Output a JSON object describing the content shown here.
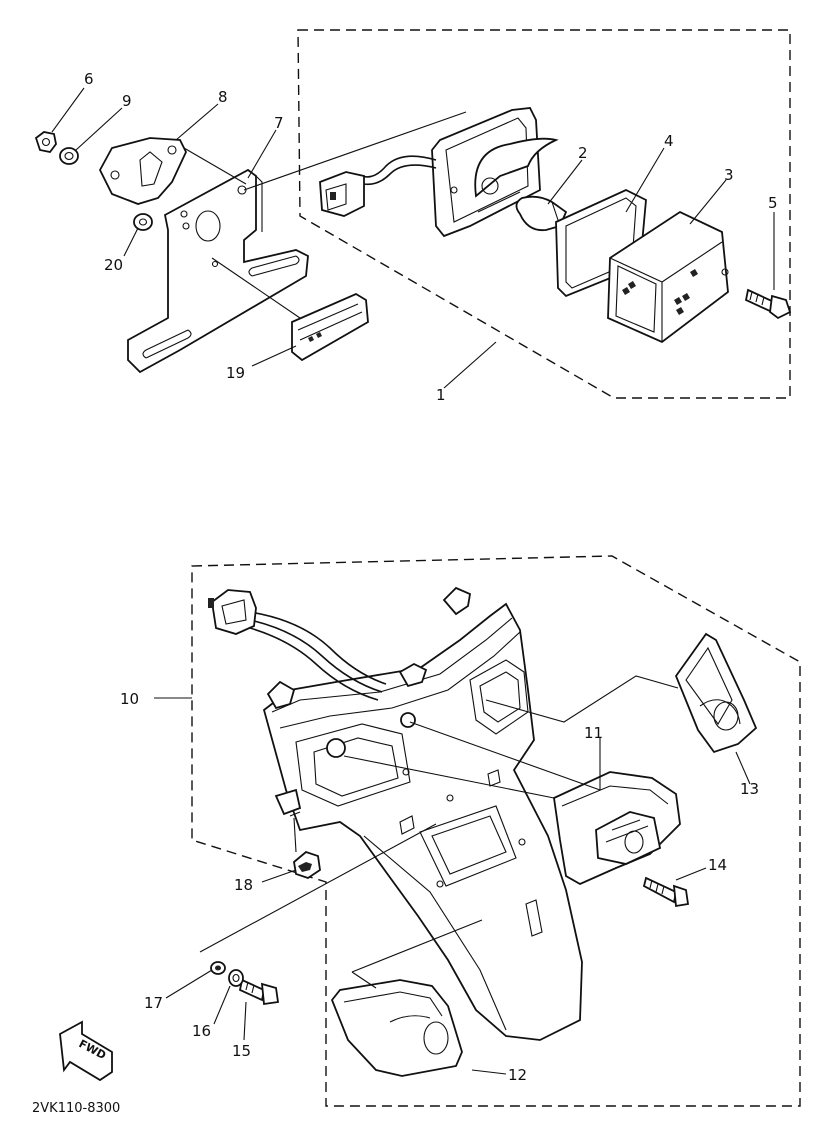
{
  "callouts": {
    "c1": "1",
    "c2": "2",
    "c3": "3",
    "c4": "4",
    "c5": "5",
    "c6": "6",
    "c7": "7",
    "c8": "8",
    "c9": "9",
    "c10": "10",
    "c11": "11",
    "c12": "12",
    "c13": "13",
    "c14": "14",
    "c15": "15",
    "c16": "16",
    "c17": "17",
    "c18": "18",
    "c19": "19",
    "c20": "20"
  },
  "fwd_label": "FWD",
  "diagram_code": "2VK110-8300"
}
